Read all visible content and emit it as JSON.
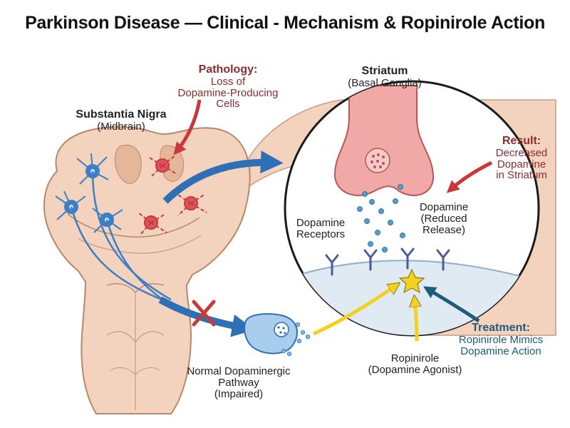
{
  "title": "Parkinson Disease — Clinical - Mechanism & Ropinirole Action",
  "labels": {
    "pathology": {
      "heading": "Pathology:",
      "lines": [
        "Loss of",
        "Dopamine-Producing",
        "Cells"
      ]
    },
    "substantia_nigra": {
      "heading": "Substantia Nigra",
      "sub": "(Midbrain)"
    },
    "striatum": {
      "heading": "Striatum",
      "sub": "(Basal Ganglia)"
    },
    "result": {
      "heading": "Result:",
      "lines": [
        "Decreased",
        "Dopamine",
        "in Striatum"
      ]
    },
    "dopamine_receptors": [
      "Dopamine",
      "Receptors"
    ],
    "dopamine_reduced": [
      "Dopamine",
      "(Reduced",
      "Release)"
    ],
    "treatment": {
      "heading": "Treatment:",
      "lines": [
        "Ropinirole Mimics",
        "Dopamine Action"
      ]
    },
    "ropinirole": [
      "Ropinirole",
      "(Dopamine Agonist)"
    ],
    "normal_pathway": [
      "Normal Dopaminergic",
      "Pathway",
      "(Impaired)"
    ]
  },
  "colors": {
    "tissue": "#f3d3bd",
    "tissue_dark": "#e4b79a",
    "healthy_neuron": "#3b7fc4",
    "damaged_neuron": "#c8383b",
    "pathway_arrow": "#2f6fb5",
    "annotation_red": "#8b2b30",
    "annotation_blue": "#1f5b7a",
    "agonist": "#f2d21f",
    "synapse_fill": "#dfeaf3",
    "blocked_x": "#c83a3a"
  },
  "icons": [
    "healthy-neuron-icon",
    "damaged-neuron-icon",
    "dopamine-receptor-icon",
    "ropinirole-star-icon",
    "blocked-x-icon"
  ]
}
